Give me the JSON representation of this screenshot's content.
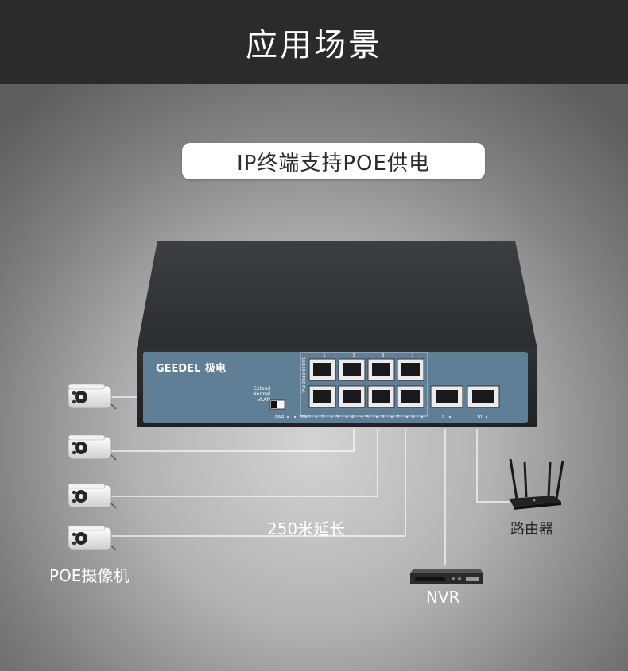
{
  "header": {
    "title": "应用场景"
  },
  "banner": {
    "text": "IP终端支持POE供电"
  },
  "switch": {
    "brand": "GEEDEL",
    "brand_cn": "极电",
    "port_group_label": "10/100M POE Port",
    "mode_labels": [
      "Extend",
      "Normal",
      "VLAN"
    ],
    "top_port_numbers": [
      "1",
      "3",
      "5",
      "7"
    ],
    "led_labels": [
      "PWR",
      "SW-1",
      "2",
      "3",
      "4",
      "5",
      "6",
      "7",
      "8",
      "9",
      "10"
    ]
  },
  "labels": {
    "extend": "250米延长",
    "router": "路由器",
    "nvr": "NVR",
    "camera": "POE摄像机"
  },
  "colors": {
    "header_bg": "#2b2b2b",
    "panel_blue": "#5f7f97",
    "switch_body": "#2f3236"
  }
}
